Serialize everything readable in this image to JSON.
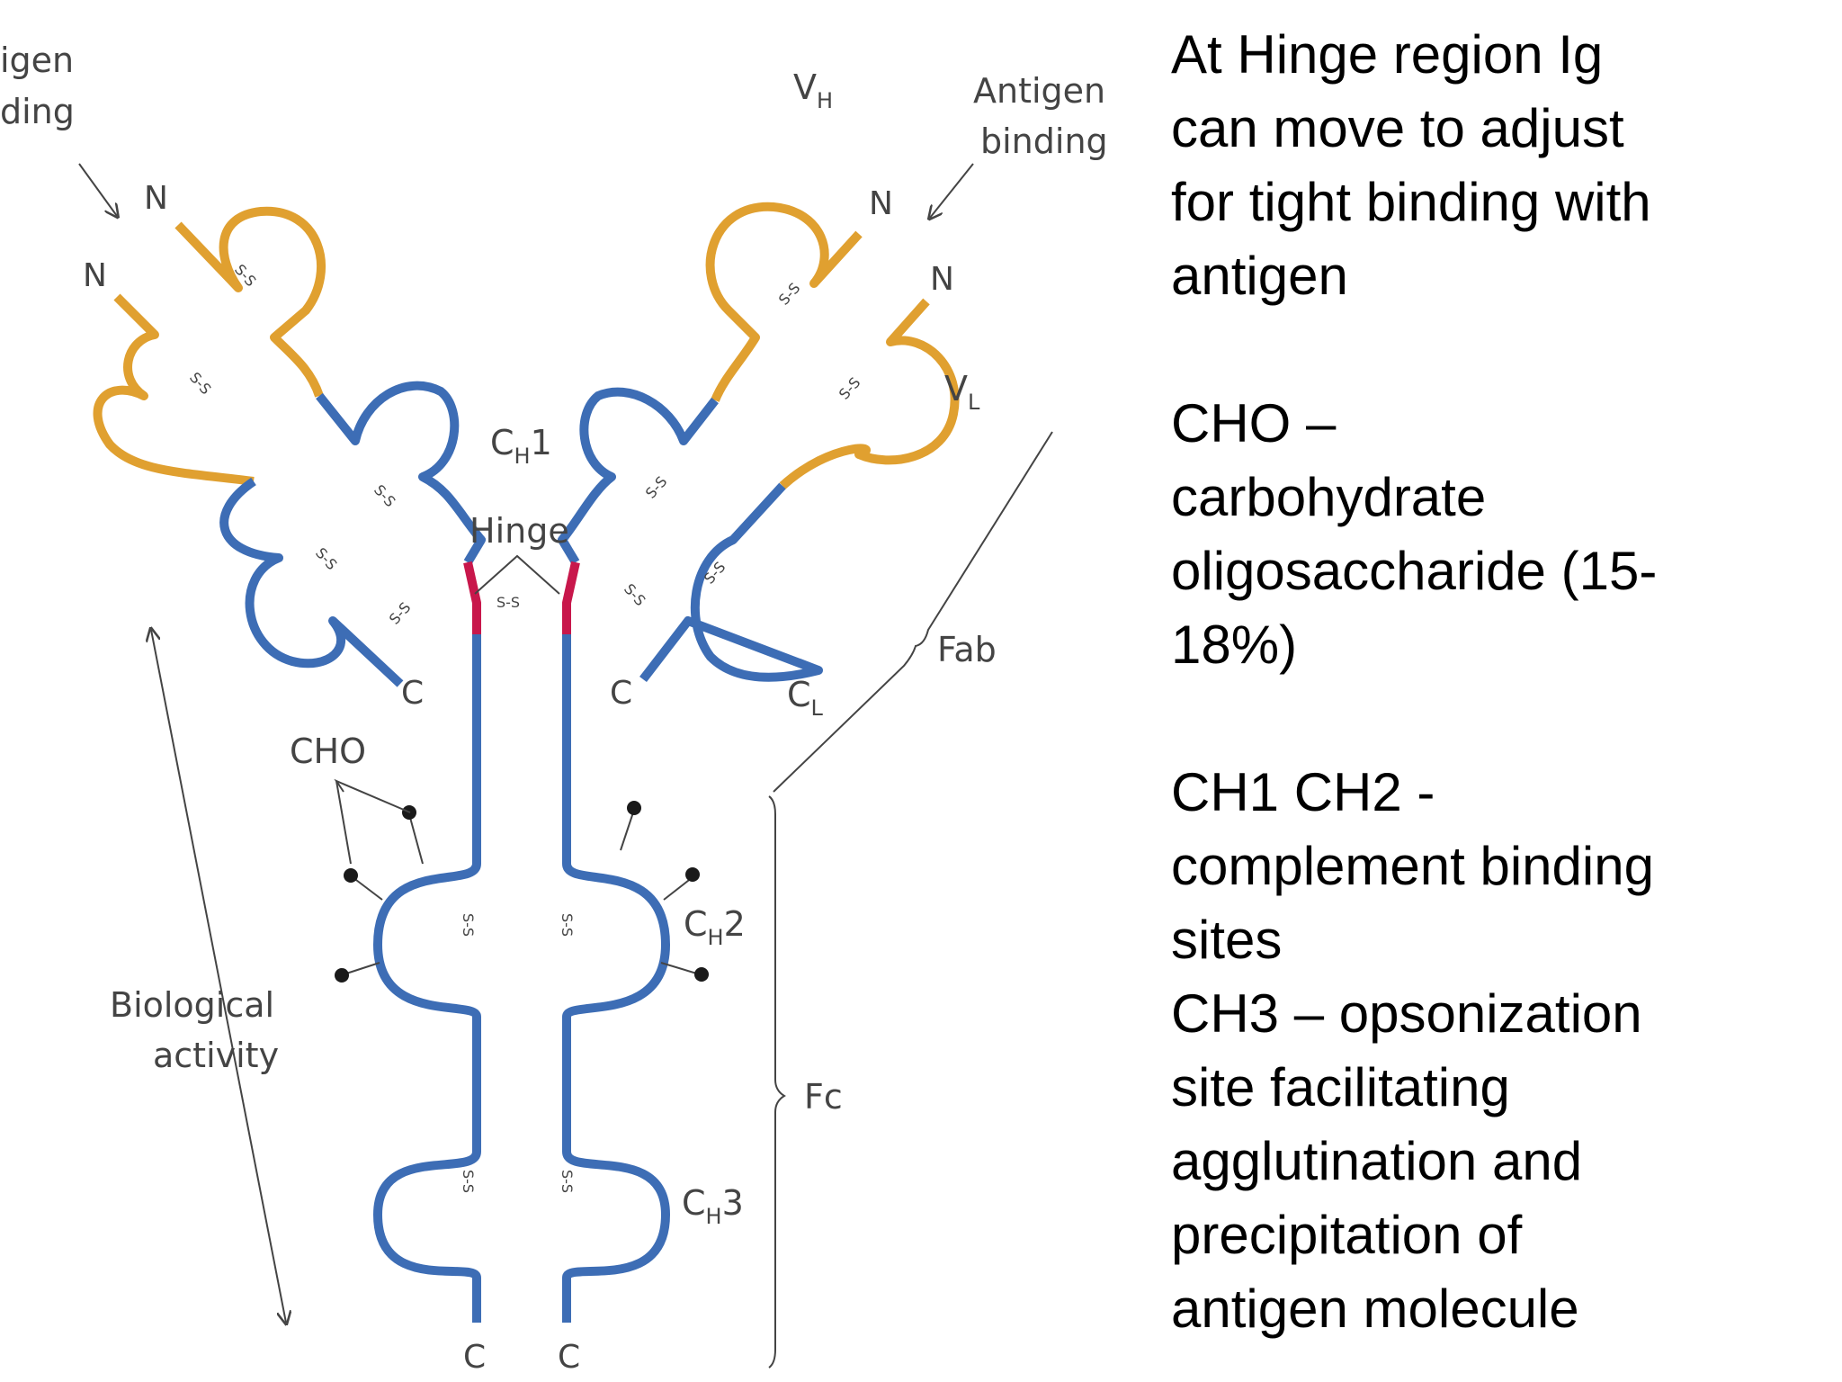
{
  "colors": {
    "variable_region": "#E0A030",
    "constant_region": "#3D6DB5",
    "hinge": "#C8174B",
    "annotation": "#444444"
  },
  "diagram": {
    "antigen_binding_left": [
      "igen",
      "ding"
    ],
    "antigen_binding_right": [
      "Antigen",
      "binding"
    ],
    "vh_label": {
      "main": "V",
      "sub": "H"
    },
    "vl_label": {
      "main": "V",
      "sub": "L"
    },
    "ch1_label": {
      "main": "C",
      "sub": "H",
      "suffix": "1"
    },
    "ch2_label": {
      "main": "C",
      "sub": "H",
      "suffix": "2"
    },
    "ch3_label": {
      "main": "C",
      "sub": "H",
      "suffix": "3"
    },
    "cl_label": {
      "main": "C",
      "sub": "L"
    },
    "hinge_label": "Hinge",
    "fab_label": "Fab",
    "fc_label": "Fc",
    "cho_label": "CHO",
    "biological_activity": [
      "Biological",
      "activity"
    ],
    "n_terminus": "N",
    "c_terminus": "C",
    "disulfide": "S-S"
  },
  "notes": {
    "hinge": [
      "At Hinge region Ig",
      "can move to adjust",
      "for tight binding with",
      "antigen"
    ],
    "cho": [
      "CHO –",
      "carbohydrate",
      "oligosaccharide (15-",
      "18%)"
    ],
    "ch1_ch2": [
      "CH1 CH2  -",
      "complement binding",
      "sites"
    ],
    "ch3": [
      "CH3 – opsonization",
      "site facilitating",
      "agglutination and",
      "precipitation of",
      "antigen molecule"
    ]
  }
}
